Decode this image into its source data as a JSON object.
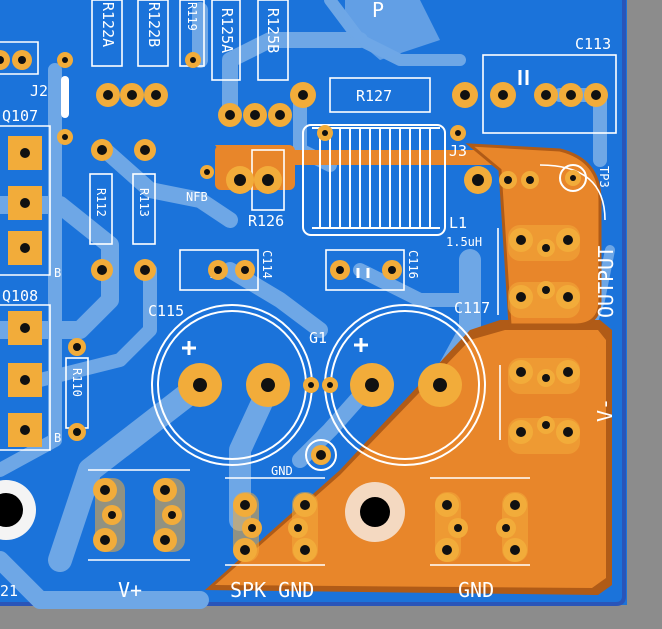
{
  "board": {
    "colors": {
      "background": "#8c8c8c",
      "board_edge": "#1f5fd0",
      "copper_fill": "#1b73da",
      "trace": "#6ea7e6",
      "silkscreen": "#ffffff",
      "pad": "#f2ac3a",
      "drill": "#111111",
      "bottom_copper": "#e8862a",
      "bottom_copper_dark": "#b05b17"
    },
    "labels": {
      "r122a": "R122A",
      "r122b": "R122B",
      "r119": "R119",
      "r125a": "R125A",
      "r125b": "R125B",
      "r127": "R127",
      "c113": "C113",
      "j2": "J2",
      "q107": "Q107",
      "j3": "J3",
      "nfb": "NFB",
      "r126": "R126",
      "r112": "R112",
      "r113": "R113",
      "l1": "L1",
      "l1_value": "1.5uH",
      "tp3": "TP3",
      "output": "OUTPUT",
      "c114": "C114",
      "c116": "C116",
      "q108": "Q108",
      "c115": "C115",
      "g1": "G1",
      "c117": "C117",
      "r110": "R110",
      "v_minus": "V-",
      "gnd_pad": "GND",
      "v_plus": "V+",
      "spk_gnd": "SPK GND",
      "gnd_bottom": "GND",
      "pin_b_1": "B",
      "pin_b_2": "B",
      "corner_ref": "21",
      "top_fragment": "P"
    }
  }
}
